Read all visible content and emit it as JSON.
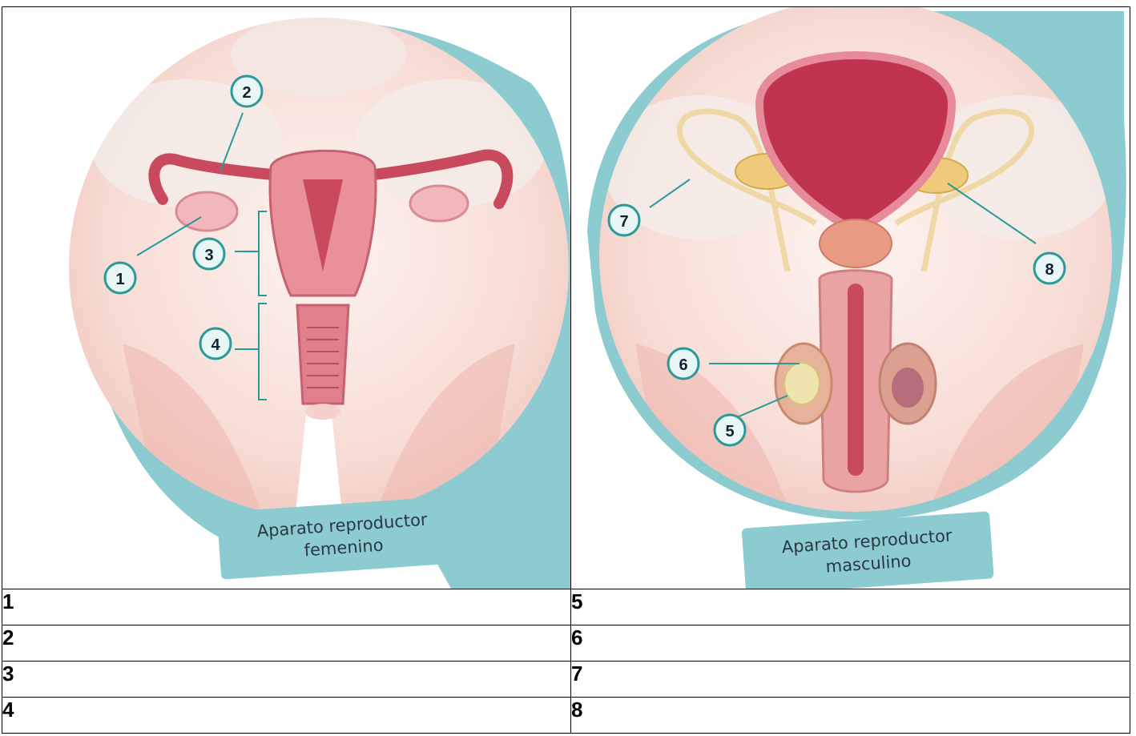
{
  "female": {
    "caption_line1": "Aparato reproductor",
    "caption_line2": "femenino",
    "callouts": [
      "1",
      "2",
      "3",
      "4"
    ]
  },
  "male": {
    "caption_line1": "Aparato reproductor",
    "caption_line2": "masculino",
    "callouts": [
      "5",
      "6",
      "7",
      "8"
    ]
  },
  "rows": [
    {
      "left": "1",
      "right": "5"
    },
    {
      "left": "2",
      "right": "6"
    },
    {
      "left": "3",
      "right": "7"
    },
    {
      "left": "4",
      "right": "8"
    }
  ],
  "colors": {
    "teal_frame": "#8ccbd0",
    "callout_stroke": "#2a9a98",
    "tissue_pink": "#e27f8c",
    "uterus_red": "#c94a5d",
    "skin_bg": "#f8e2dc"
  }
}
